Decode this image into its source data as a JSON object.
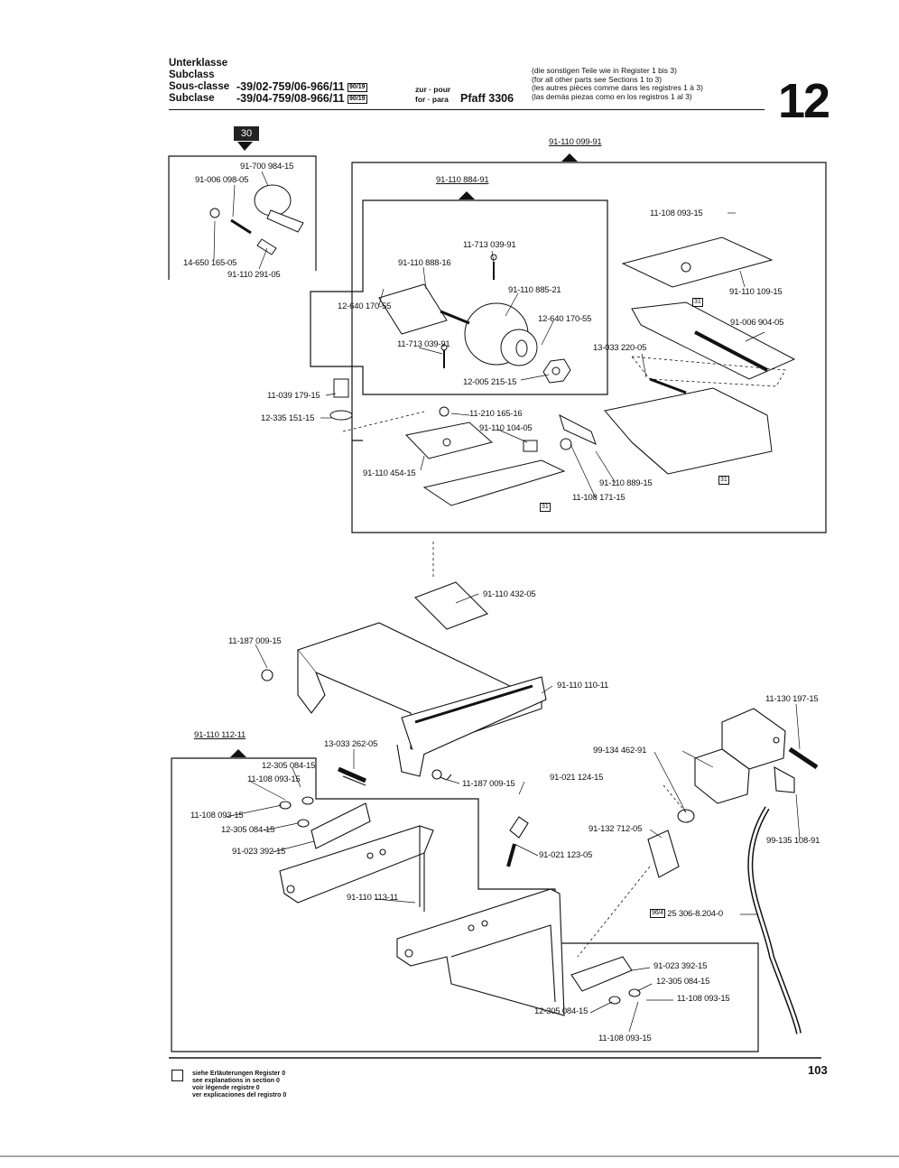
{
  "header": {
    "class_labels": [
      "Unterklasse",
      "Subclass",
      "Sous-classe",
      "Subclase"
    ],
    "codes": [
      "-39/02-759/06-966/11",
      "-39/04-759/08-966/11"
    ],
    "code_suffix_boxes": [
      "90/19",
      "90/19"
    ],
    "zur_pour": "zur · pour",
    "for_para": "for · para",
    "machine": "Pfaff 3306",
    "notes": [
      "(die sonstigen Teile wie in Register 1 bis 3)",
      "(for all other parts see Sections 1 to 3)",
      "(les autres pièces comme dans les registres 1 à 3)",
      "(las demás piezas como en los registros 1 al 3)"
    ],
    "section_number": "12"
  },
  "group_badge": "30",
  "parts": {
    "p1": "91-700 984-15",
    "p2": "91-006 098-05",
    "p3": "14-650 165-05",
    "p4": "91-110 291-05",
    "p5": "91-110 099-91",
    "p6": "91-110 884-91",
    "p7": "11-108 093-15",
    "p8": "11-713 039-91",
    "p9": "91-110 888-16",
    "p10": "91-110 885-21",
    "p11": "12-640 170-55",
    "p12": "12-640 170-55",
    "p13": "91-110 109-15",
    "p14": "91-006 904-05",
    "p15": "11-713 039-91",
    "p16": "13-033 220-05",
    "p17": "12-005 215-15",
    "p18": "11-039 179-15",
    "p19": "12-335 151-15",
    "p20": "11-210 165-16",
    "p21": "91-110 104-05",
    "p22": "91-110 454-15",
    "p23": "91-110 889-15",
    "p24": "11-108 171-15",
    "p25": "91-110 432-05",
    "p26": "11-187 009-15",
    "p27": "91-110 110-11",
    "p28": "11-130 197-15",
    "p29": "91-110 112-11",
    "p30": "13-033 262-05",
    "p31": "12-305 084-15",
    "p32": "11-108 093-15",
    "p33": "99-134 462-91",
    "p34": "11-187 009-15",
    "p35": "91-021 124-15",
    "p36": "11-108 093-15",
    "p37": "12-305 084-15",
    "p38": "91-023 392-15",
    "p39": "91-132 712-05",
    "p40": "99-135 108-91",
    "p41": "91-021 123-05",
    "p42": "91-110 113-11",
    "p43": "25 306-8.204-0",
    "p44": "91-023 392-15",
    "p45": "12-305 084-15",
    "p46": "11-108 093-15",
    "p47": "12-305 084-15",
    "p48": "11-108 093-15"
  },
  "ref_boxes": {
    "r31a": "31",
    "r31b": "31",
    "r31c": "31",
    "r96": "96/4"
  },
  "footer": {
    "legend": [
      "siehe Erläuterungen Register 0",
      "see explanations in section 0",
      "voir légende registre 0",
      "ver explicaciones del registro 0"
    ],
    "page_number": "103"
  }
}
